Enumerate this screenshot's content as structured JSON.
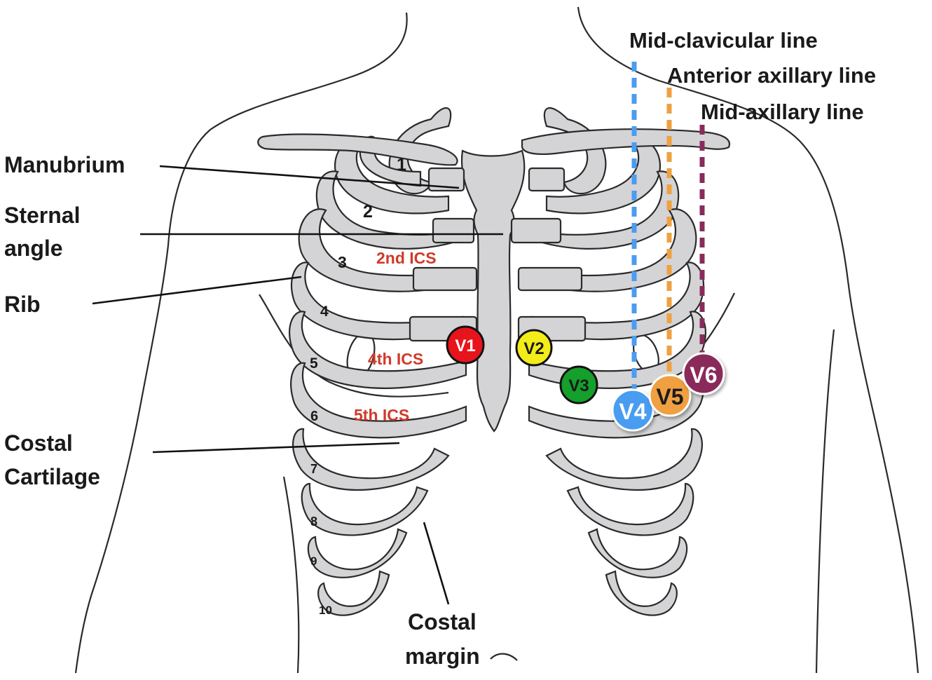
{
  "anatomy_labels": {
    "manubrium": "Manubrium",
    "sternal_angle_1": "Sternal",
    "sternal_angle_2": "angle",
    "rib": "Rib",
    "costal_cartilage_1": "Costal",
    "costal_cartilage_2": "Cartilage",
    "costal_margin_1": "Costal",
    "costal_margin_2": "margin"
  },
  "reference_lines": {
    "mid_clavicular": {
      "label": "Mid-clavicular line",
      "color": "#4a9df0"
    },
    "anterior_axillary": {
      "label": "Anterior axillary line",
      "color": "#f0a040"
    },
    "mid_axillary": {
      "label": "Mid-axillary line",
      "color": "#8a2a5a"
    }
  },
  "intercostal_spaces": {
    "second": "2nd ICS",
    "fourth": "4th ICS",
    "fifth": "5th ICS"
  },
  "rib_numbers": [
    "1",
    "2",
    "3",
    "4",
    "5",
    "6",
    "7",
    "8",
    "9",
    "10"
  ],
  "electrodes": [
    {
      "label": "V1",
      "color": "#e8141c",
      "text_color": "#ffffff"
    },
    {
      "label": "V2",
      "color": "#f2ec1a",
      "text_color": "#1a1a1a"
    },
    {
      "label": "V3",
      "color": "#14a02a",
      "text_color": "#1a1a1a"
    },
    {
      "label": "V4",
      "color": "#4a9df0",
      "text_color": "#ffffff"
    },
    {
      "label": "V5",
      "color": "#f0a040",
      "text_color": "#1a1a1a"
    },
    {
      "label": "V6",
      "color": "#8a2a5a",
      "text_color": "#ffffff"
    }
  ]
}
